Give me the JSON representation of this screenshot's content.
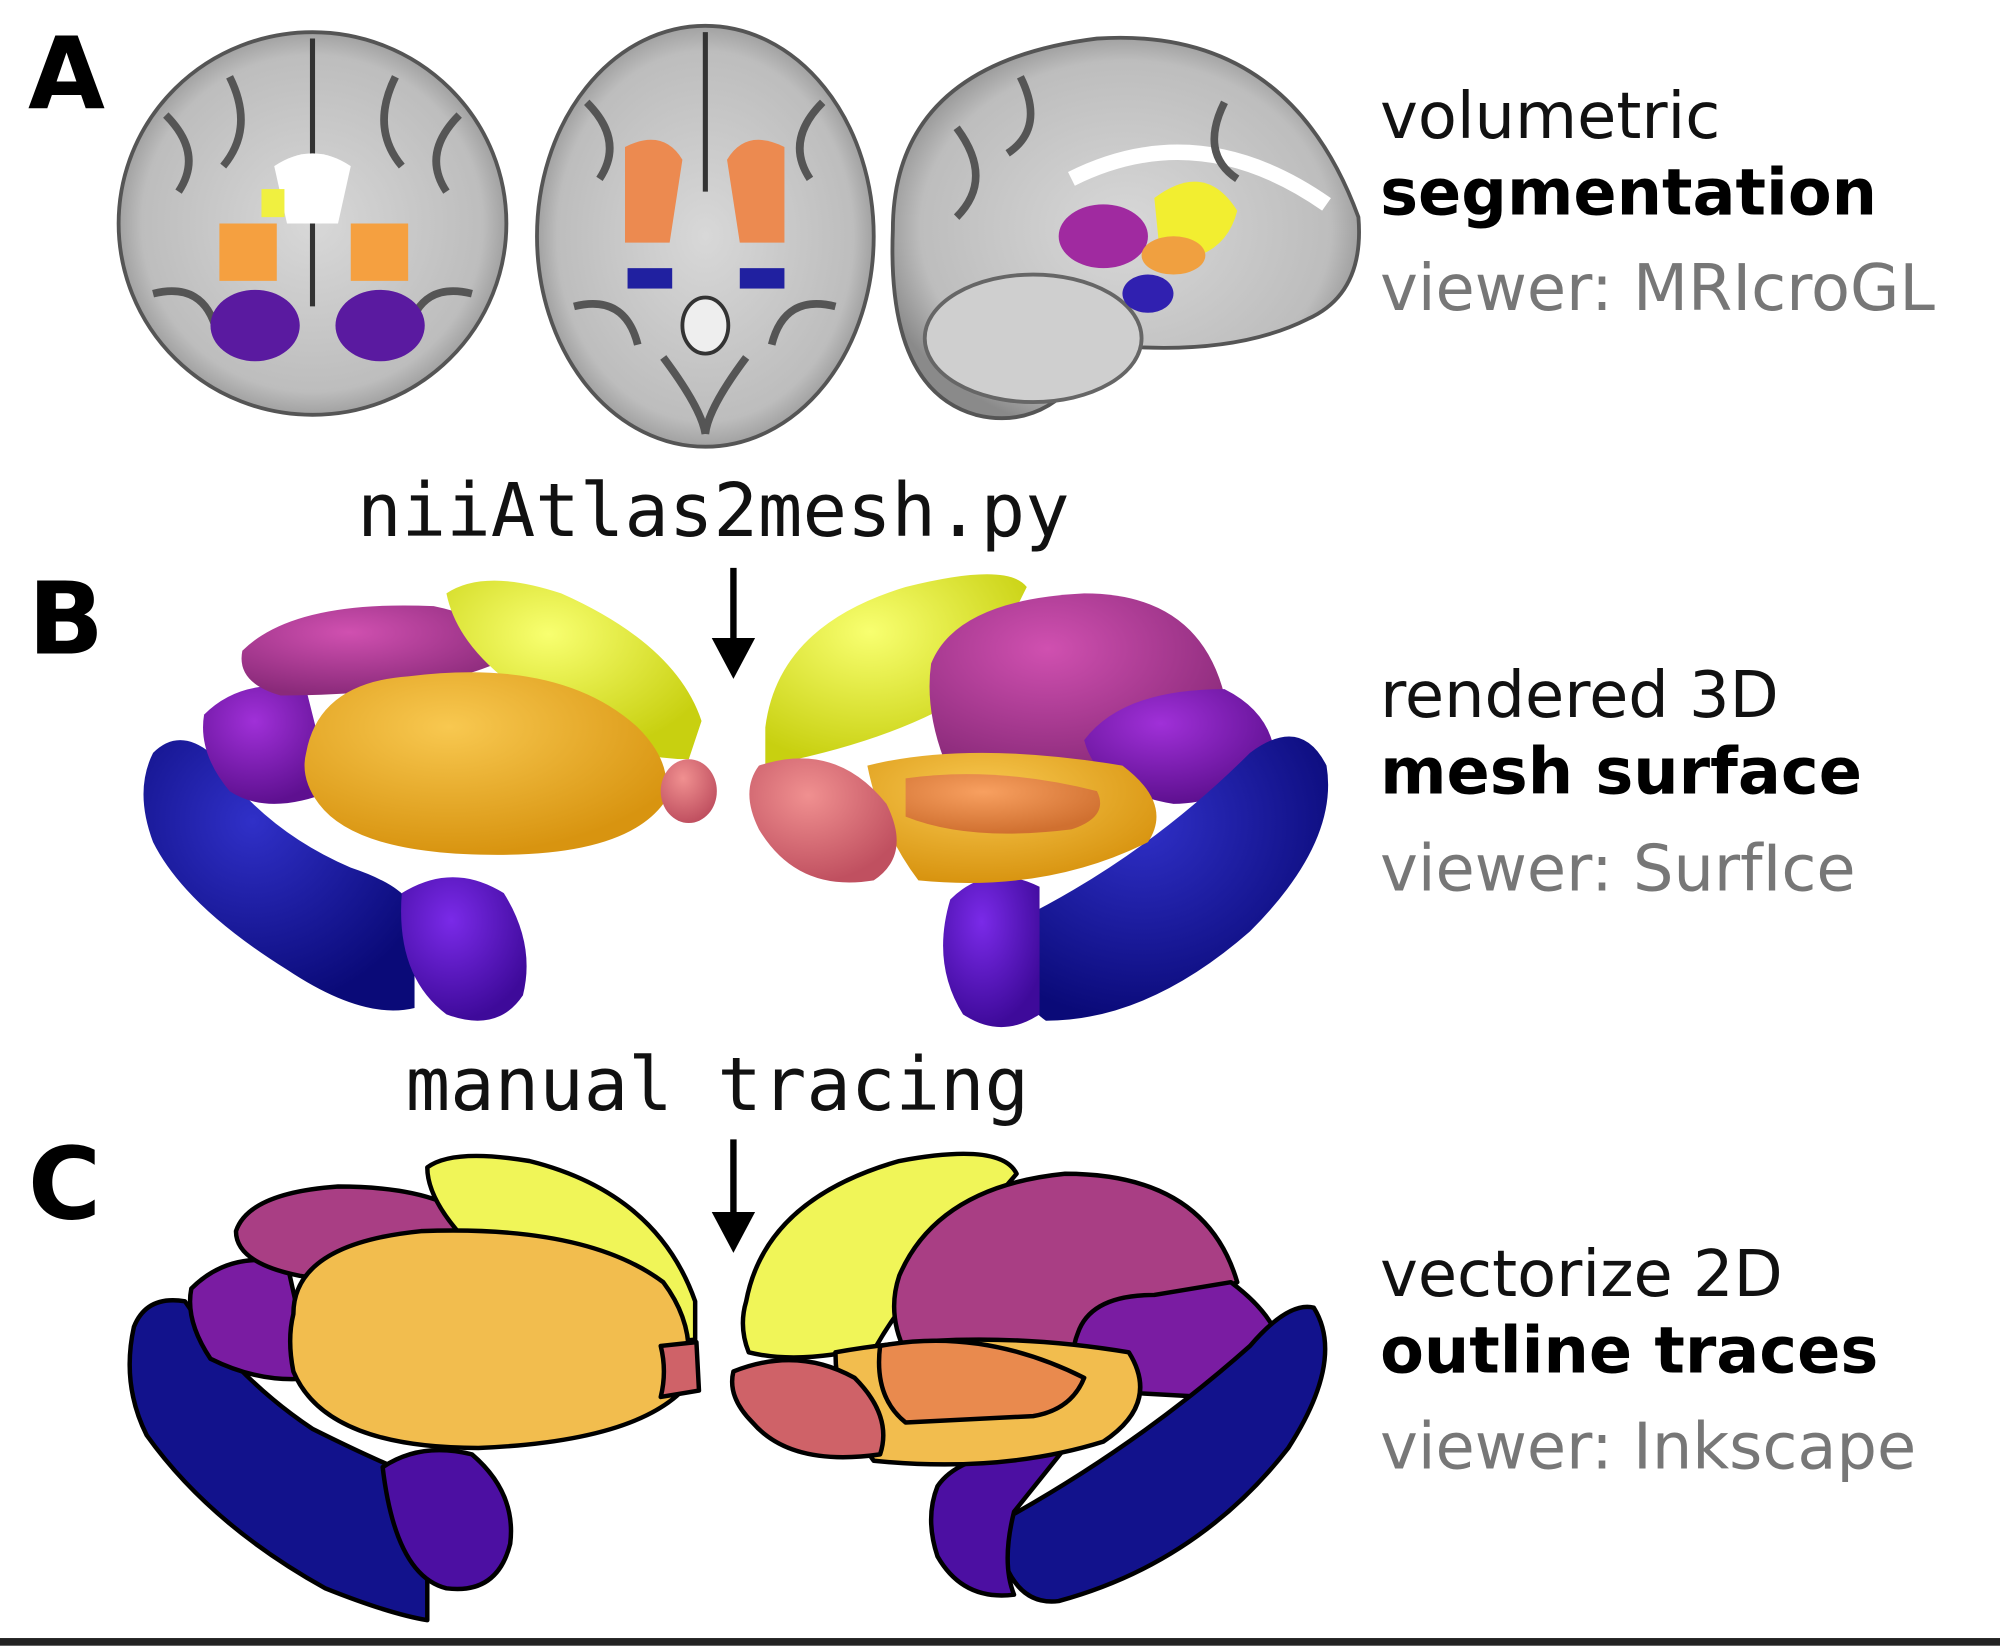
{
  "panels": {
    "a": {
      "letter": "A",
      "line1": "volumetric",
      "line2": "segmentation",
      "line3": "viewer: MRIcroGL"
    },
    "b": {
      "letter": "B",
      "line1": "rendered 3D",
      "line2": "mesh surface",
      "line3": "viewer: SurfIce",
      "step_label": "niiAtlas2mesh.py"
    },
    "c": {
      "letter": "C",
      "line1": "vectorize 2D",
      "line2": "outline traces",
      "line3": "viewer: Inkscape",
      "step_label": "manual tracing"
    }
  },
  "colors": {
    "navy": "#12128c",
    "purple": "#4c0fa2",
    "violet": "#7a1ca2",
    "magenta": "#a93e84",
    "yellow": "#f0f558",
    "orange": "#f2bd4e",
    "pink": "#cf6268",
    "coral": "#e98a4e"
  }
}
